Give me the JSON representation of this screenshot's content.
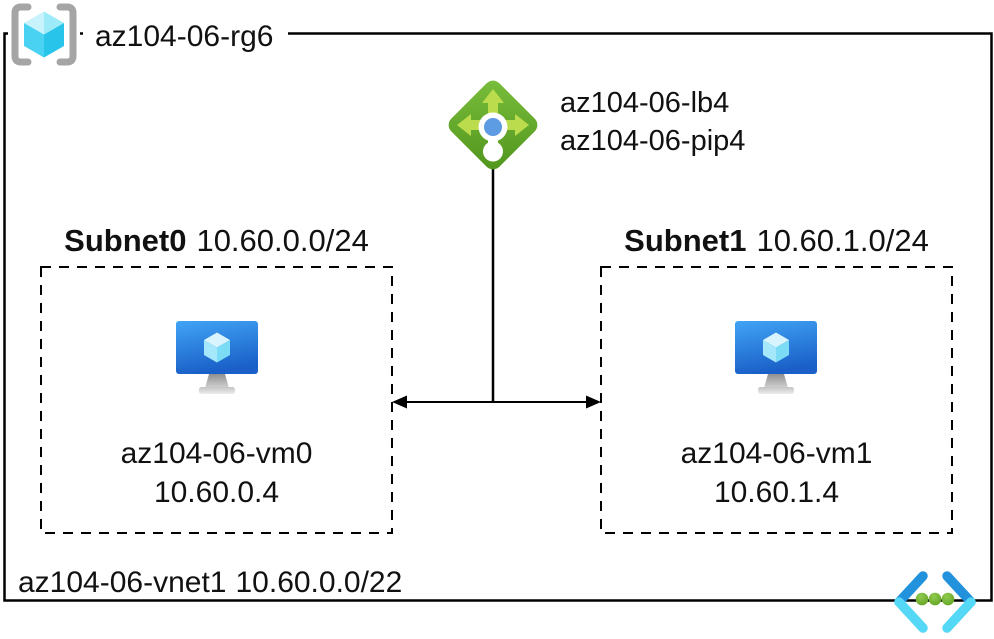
{
  "resource_group": {
    "name": "az104-06-rg6"
  },
  "load_balancer": {
    "name": "az104-06-lb4",
    "public_ip_name": "az104-06-pip4"
  },
  "subnets": [
    {
      "name": "Subnet0",
      "cidr": "10.60.0.0/24",
      "vm": {
        "name": "az104-06-vm0",
        "ip": "10.60.0.4"
      }
    },
    {
      "name": "Subnet1",
      "cidr": "10.60.1.0/24",
      "vm": {
        "name": "az104-06-vm1",
        "ip": "10.60.1.4"
      }
    }
  ],
  "virtual_network": {
    "name": "az104-06-vnet1",
    "cidr": "10.60.0.0/22"
  },
  "icons": {
    "resource_group": "resource-group-icon",
    "load_balancer": "load-balancer-icon",
    "virtual_machine": "virtual-machine-icon",
    "virtual_network": "virtual-network-icon"
  },
  "colors": {
    "line": "#000000",
    "text": "#111111",
    "bracket_gray": "#a5a5a5",
    "cube_cyan_light": "#c9f3fc",
    "cube_cyan_dark": "#28c4e9",
    "vm_blue_top": "#41a4f5",
    "vm_blue_bottom": "#1a60c8",
    "lb_green_top": "#7abe3c",
    "lb_green_bottom": "#50951d",
    "lb_arrow_green": "#bbdc4c",
    "lb_dot_blue": "#5d9be2",
    "vnet_dark_blue": "#2292dc",
    "vnet_light_blue": "#55d8f6",
    "vnet_dot_green": "#6ab032"
  }
}
